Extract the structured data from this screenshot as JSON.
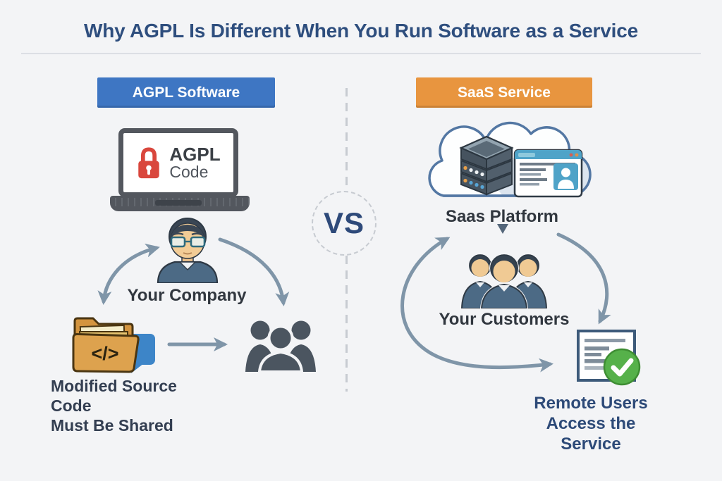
{
  "title": "Why AGPL Is Different When You Run Software as a Service",
  "vs_label": "VS",
  "left": {
    "banner_label": "AGPL Software",
    "laptop_line1": "AGPL",
    "laptop_line2": "Code",
    "company_label": "Your Company",
    "code_glyph": "</>",
    "caption_line1": "Modified Source Code",
    "caption_line2_prefix": "Must Be ",
    "caption_line2_bold": "Shared"
  },
  "right": {
    "banner_label": "SaaS Service",
    "platform_label": "Saas Platform",
    "customers_label": "Your Customers",
    "caption_line1": "Remote Users",
    "caption_line2": "Access the Service"
  },
  "colors": {
    "background": "#f3f4f6",
    "title_text": "#2e4e7e",
    "agpl_banner_blue": "#3e76c3",
    "saas_banner_orange": "#e8953f",
    "arrow_gray": "#7f95a8",
    "dashed_gray": "#c7cbd1",
    "lock_red": "#d9473d",
    "folder_orange": "#dda24e",
    "speech_bubble_blue": "#3d85c8",
    "cloud_outline_blue": "#5377a3",
    "browser_teal": "#4fa3c8",
    "check_green": "#56b14a",
    "shirt_blue": "#4c6a85",
    "caption_navy": "#2d4a78"
  }
}
